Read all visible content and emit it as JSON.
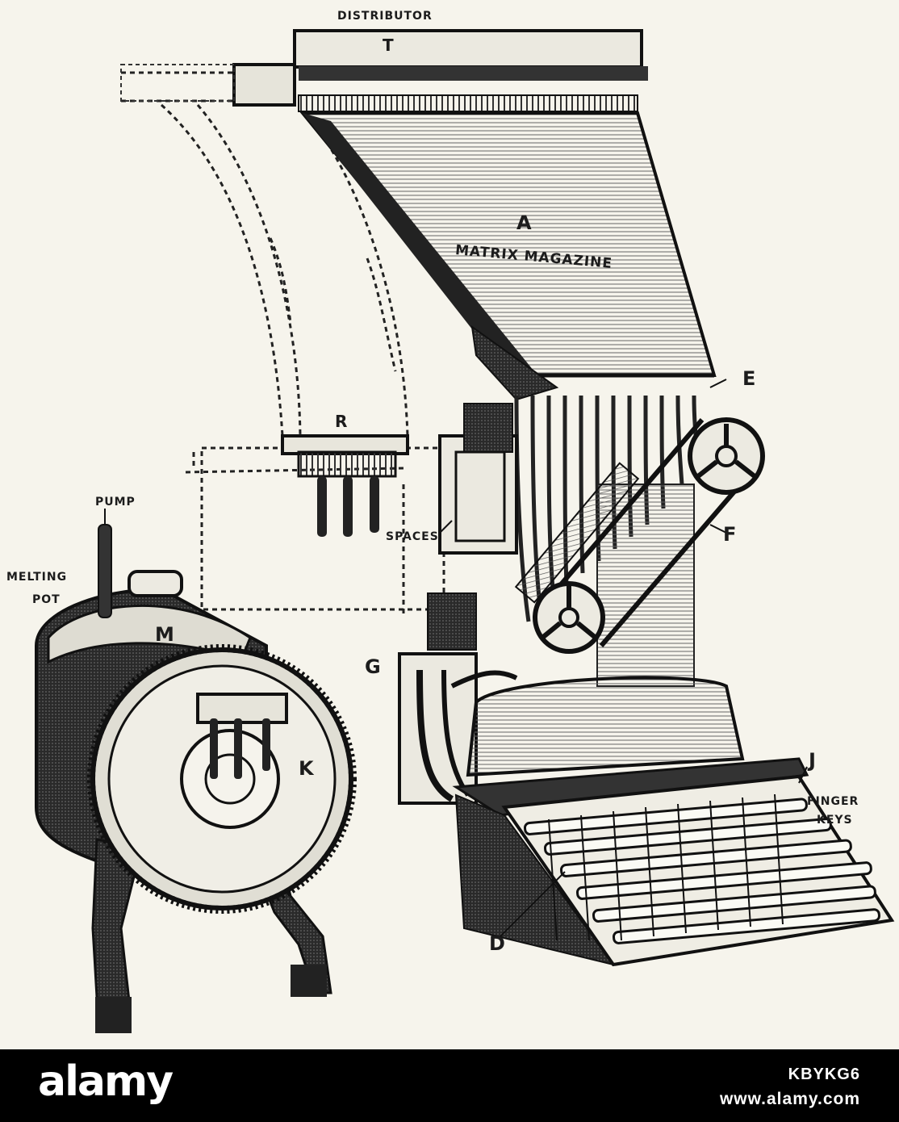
{
  "labels": {
    "distributor": "DISTRIBUTOR",
    "t": "T",
    "a": "A",
    "matrix_magazine": "MATRIX MAGAZINE",
    "e": "E",
    "r": "R",
    "f": "F",
    "pump": "PUMP",
    "melting": "MELTING",
    "pot": "POT",
    "m": "M",
    "spaces": "SPACES",
    "g": "G",
    "k": "K",
    "j": "J",
    "finger": "FINGER",
    "keys": "KEYS",
    "d": "D"
  },
  "watermark": {
    "brand": "alamy",
    "stock_id": "KBYKG6",
    "site": "www.alamy.com"
  }
}
